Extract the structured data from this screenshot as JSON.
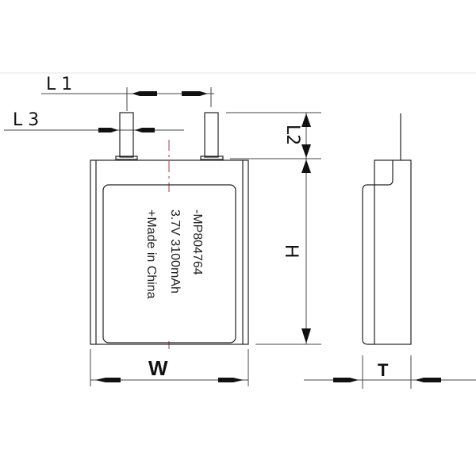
{
  "dimensions": {
    "l1": "L 1",
    "l3": "L 3",
    "l2": "L2",
    "h": "H",
    "w": "W",
    "t": "T"
  },
  "label": {
    "line1": "-MP804764",
    "line2": "3.7V 3100mAh",
    "line3": "+Made in China"
  },
  "colors": {
    "line": "#222222",
    "centerline": "#b03040",
    "frame": "#e6e6e6"
  }
}
